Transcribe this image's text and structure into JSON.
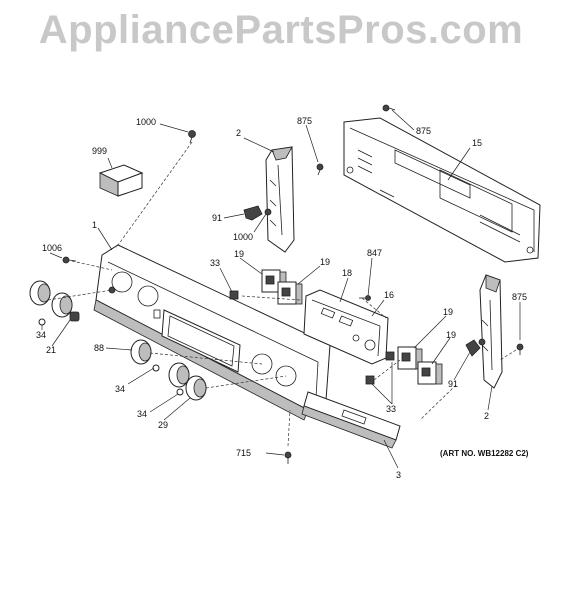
{
  "watermark": "AppliancePartsPros.com",
  "art_number": "(ART NO. WB12282 C2)",
  "callouts": [
    "1000",
    "999",
    "2",
    "875",
    "875",
    "15",
    "91",
    "1000",
    "1",
    "1006",
    "19",
    "19",
    "847",
    "33",
    "18",
    "16",
    "34",
    "21",
    "88",
    "19",
    "19",
    "875",
    "34",
    "34",
    "29",
    "91",
    "33",
    "2",
    "715",
    "3"
  ]
}
